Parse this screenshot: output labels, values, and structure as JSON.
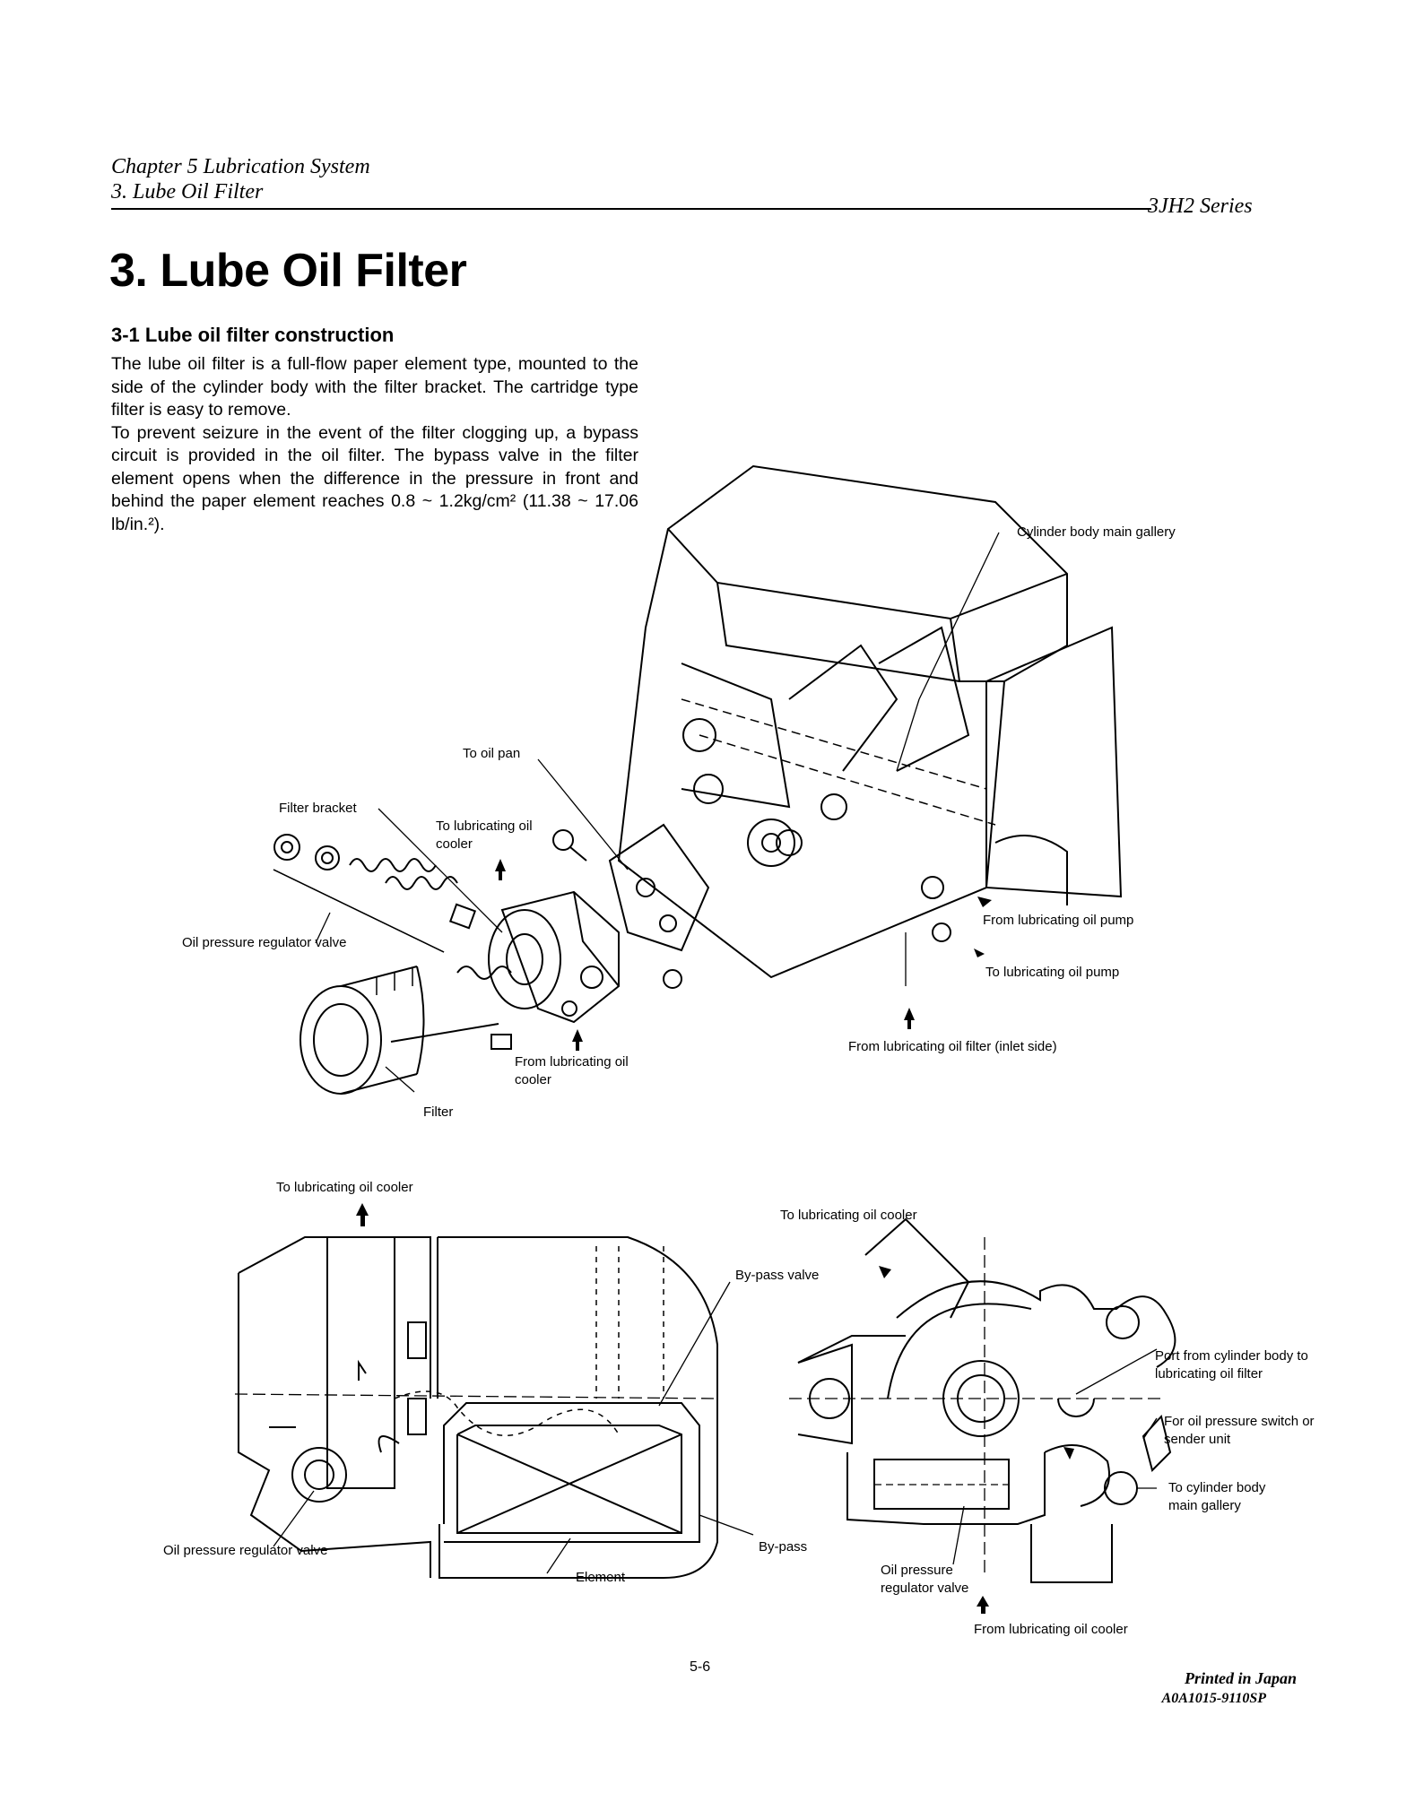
{
  "header": {
    "chapter": "Chapter 5 Lubrication System",
    "section": "3. Lube Oil Filter",
    "series": "3JH2 Series"
  },
  "title": "3. Lube Oil Filter",
  "subsection": {
    "heading": "3-1 Lube oil filter construction",
    "paragraphs": [
      "The lube oil filter is a full-flow paper element type, mounted to the side of the cylinder body with the filter bracket. The cartridge type filter is easy to remove.",
      "To prevent seizure in the event of the filter clogging up, a bypass circuit is provided in the oil filter. The bypass valve in the filter element opens when the difference in the pressure in front and behind the paper element reaches 0.8 ~ 1.2kg/cm² (11.38 ~ 17.06 lb/in.²)."
    ]
  },
  "figure_top": {
    "labels": {
      "cylinder_gallery": "Cylinder body main gallery",
      "to_oil_pan": "To oil pan",
      "filter_bracket": "Filter bracket",
      "to_cooler": "To lubricating oil cooler",
      "regulator_valve": "Oil pressure regulator valve",
      "from_pump": "From lubricating oil pump",
      "to_pump": "To lubricating oil pump",
      "from_filter_inlet": "From lubricating oil filter (inlet side)",
      "from_cooler": "From lubricating oil cooler",
      "filter": "Filter"
    }
  },
  "figure_bottom_left": {
    "labels": {
      "to_cooler": "To lubricating oil cooler",
      "bypass_valve": "By-pass valve",
      "regulator_valve": "Oil pressure regulator valve",
      "element": "Element",
      "bypass": "By-pass"
    }
  },
  "figure_bottom_right": {
    "labels": {
      "to_cooler": "To lubricating oil cooler",
      "port_from_body": "Port from cylinder body to lubricating oil filter",
      "pressure_switch": "For oil pressure switch or sender unit",
      "to_gallery": "To cylinder body main gallery",
      "regulator_valve": "Oil pressure regulator valve",
      "from_cooler": "From lubricating oil cooler"
    }
  },
  "page_number": "5-6",
  "footer": {
    "printed": "Printed in Japan",
    "code": "A0A1015-9110SP"
  }
}
